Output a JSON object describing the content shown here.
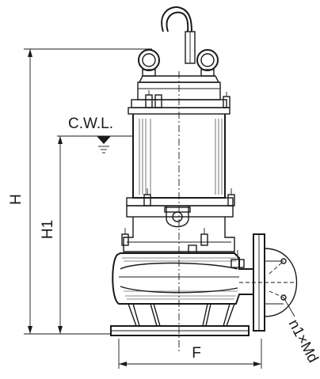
{
  "labels": {
    "cwl": "C.W.L.",
    "h": "H",
    "h1": "H1",
    "f": "F",
    "n1md": "n1×Md"
  }
}
